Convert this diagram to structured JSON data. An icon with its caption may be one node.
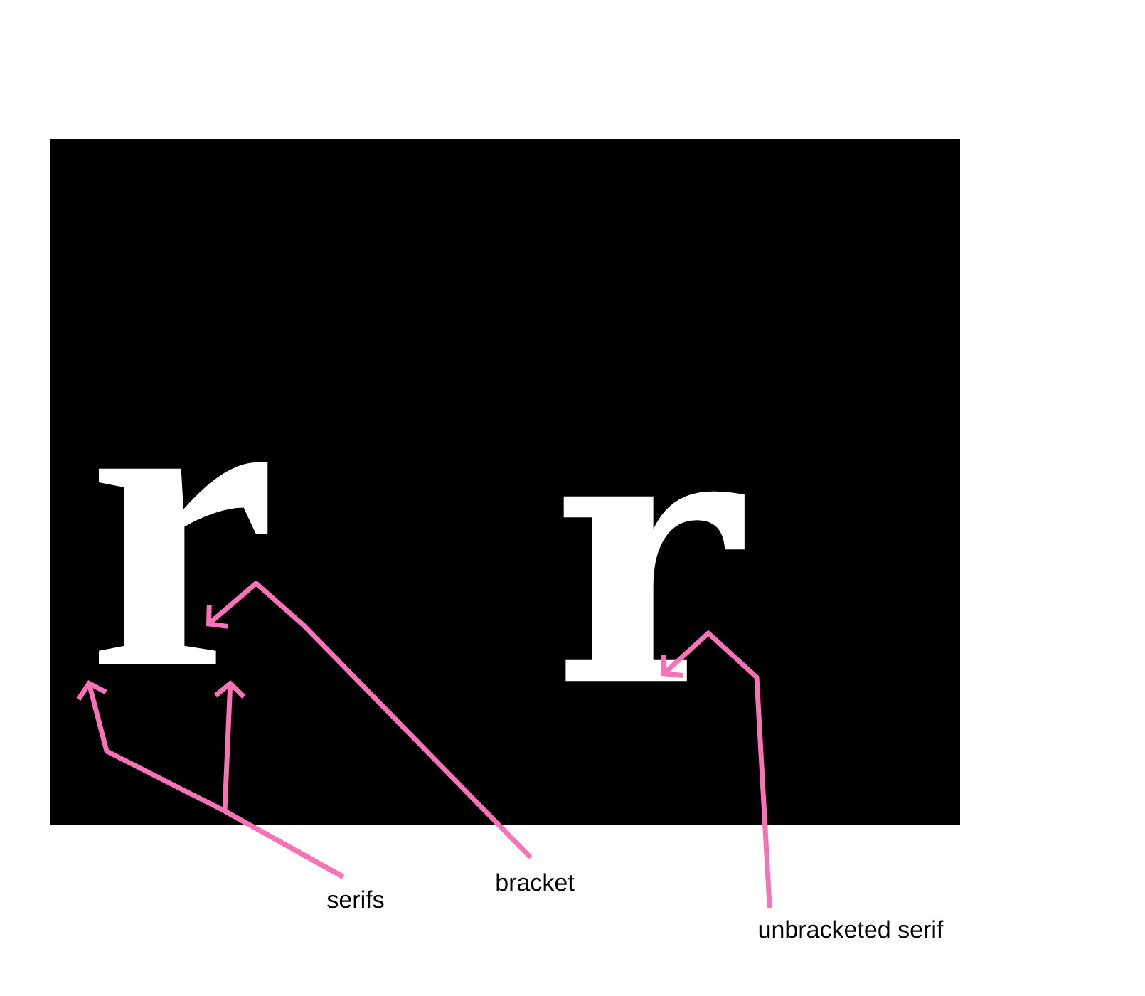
{
  "diagram": {
    "nodes": [
      {
        "text": [
          "r"
        ]
      },
      {
        "text": [
          "r"
        ]
      },
      {
        "text": [
          "serifs"
        ]
      },
      {
        "text": [
          "bracket"
        ]
      },
      {
        "text": [
          "unbracketed serif"
        ]
      }
    ],
    "edges": [
      {
        "from": 2,
        "to": 0,
        "arrow": "to"
      },
      {
        "from": 2,
        "to": 0,
        "arrow": "to"
      },
      {
        "from": 3,
        "to": 0,
        "arrow": "to"
      },
      {
        "from": 4,
        "to": 1,
        "arrow": "to"
      }
    ]
  }
}
